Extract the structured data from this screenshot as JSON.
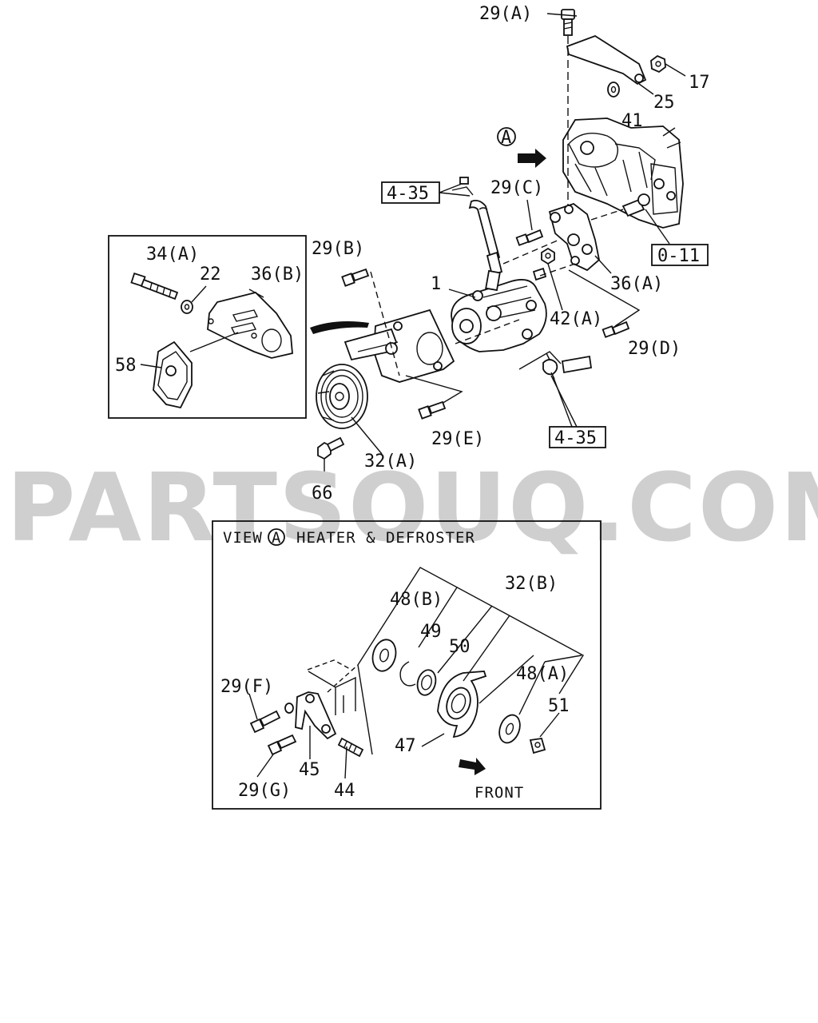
{
  "watermark": "PARTSOUQ.COM",
  "view_box": {
    "view_prefix": "VIEW",
    "view_marker": "A",
    "view_title": "HEATER & DEFROSTER",
    "front_label": "FRONT"
  },
  "marker_a": "A",
  "ref_boxes": {
    "ref_top": "4-35",
    "ref_bottom": "4-35",
    "ref_engine": "0-11"
  },
  "labels": {
    "p29a": "29(A)",
    "p17": "17",
    "p25": "25",
    "p41": "41",
    "p29c": "29(C)",
    "p29b": "29(B)",
    "p34a": "34(A)",
    "p22": "22",
    "p36b": "36(B)",
    "p58": "58",
    "p1": "1",
    "p42a": "42(A)",
    "p36a": "36(A)",
    "p29d": "29(D)",
    "p29e": "29(E)",
    "p32a": "32(A)",
    "p66": "66",
    "p32b": "32(B)",
    "p48b": "48(B)",
    "p49": "49",
    "p50": "50",
    "p48a": "48(A)",
    "p51": "51",
    "p47": "47",
    "p29f": "29(F)",
    "p29g": "29(G)",
    "p45": "45",
    "p44": "44"
  }
}
